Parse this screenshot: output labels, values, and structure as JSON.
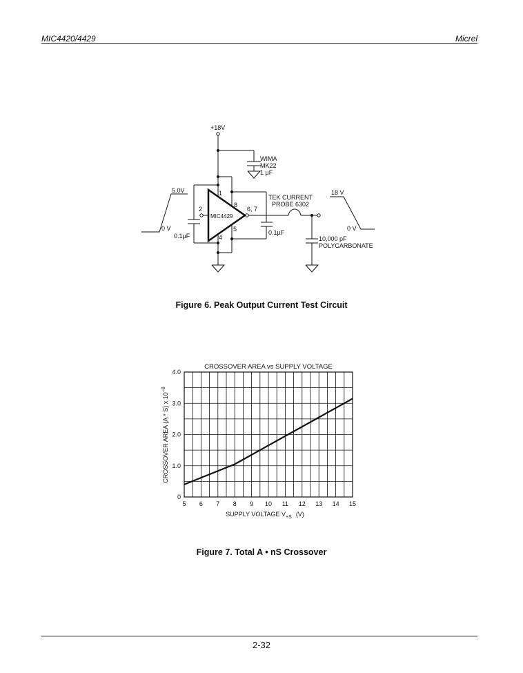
{
  "header": {
    "left": "MIC4420/4429",
    "right": "Micrel"
  },
  "figure6": {
    "caption": "Figure 6.  Peak Output Current Test Circuit",
    "labels": {
      "supply": "+18V",
      "cap_mfr": "WIMA",
      "cap_model": "MK22",
      "cap_value": "1 µF",
      "input_high": "5.0V",
      "input_low": "0 V",
      "pin1": "1",
      "pin2": "2",
      "pin4": "4",
      "pin5": "5",
      "pin8": "8",
      "pin67": "6, 7",
      "chip": "MIC4429",
      "cap_left": "0.1µF",
      "cap_right": "0.1µF",
      "probe_line1": "TEK CURRENT",
      "probe_line2": "PROBE 6302",
      "output_high": "18 V",
      "output_low": "0 V",
      "load_value": "10,000 pF",
      "load_type": "POLYCARBONATE"
    }
  },
  "figure7": {
    "caption": "Figure 7.  Total A • nS Crossover"
  },
  "chart_data": {
    "type": "line",
    "title": "CROSSOVER AREA vs SUPPLY VOLTAGE",
    "xlabel": "SUPPLY VOLTAGE V",
    "xlabel_sub": "+S",
    "xlabel_unit": "(V)",
    "ylabel": "CROSSOVER AREA (A * S) x 10",
    "ylabel_exp": "−8",
    "xlim": [
      5,
      15
    ],
    "ylim": [
      0,
      4.0
    ],
    "x_ticks": [
      "5",
      "6",
      "7",
      "8",
      "9",
      "10",
      "11",
      "12",
      "13",
      "14",
      "15"
    ],
    "y_ticks": [
      {
        "label": "0",
        "value": 0
      },
      {
        "label": "1.0",
        "value": 1.0
      },
      {
        "label": "2.0",
        "value": 2.0
      },
      {
        "label": "3.0",
        "value": 3.0
      },
      {
        "label": "4.0",
        "value": 4.0
      }
    ],
    "grid": true,
    "series": [
      {
        "x": [
          5,
          8,
          15
        ],
        "y": [
          0.4,
          1.05,
          3.15
        ]
      }
    ]
  },
  "footer": {
    "page": "2-32"
  }
}
